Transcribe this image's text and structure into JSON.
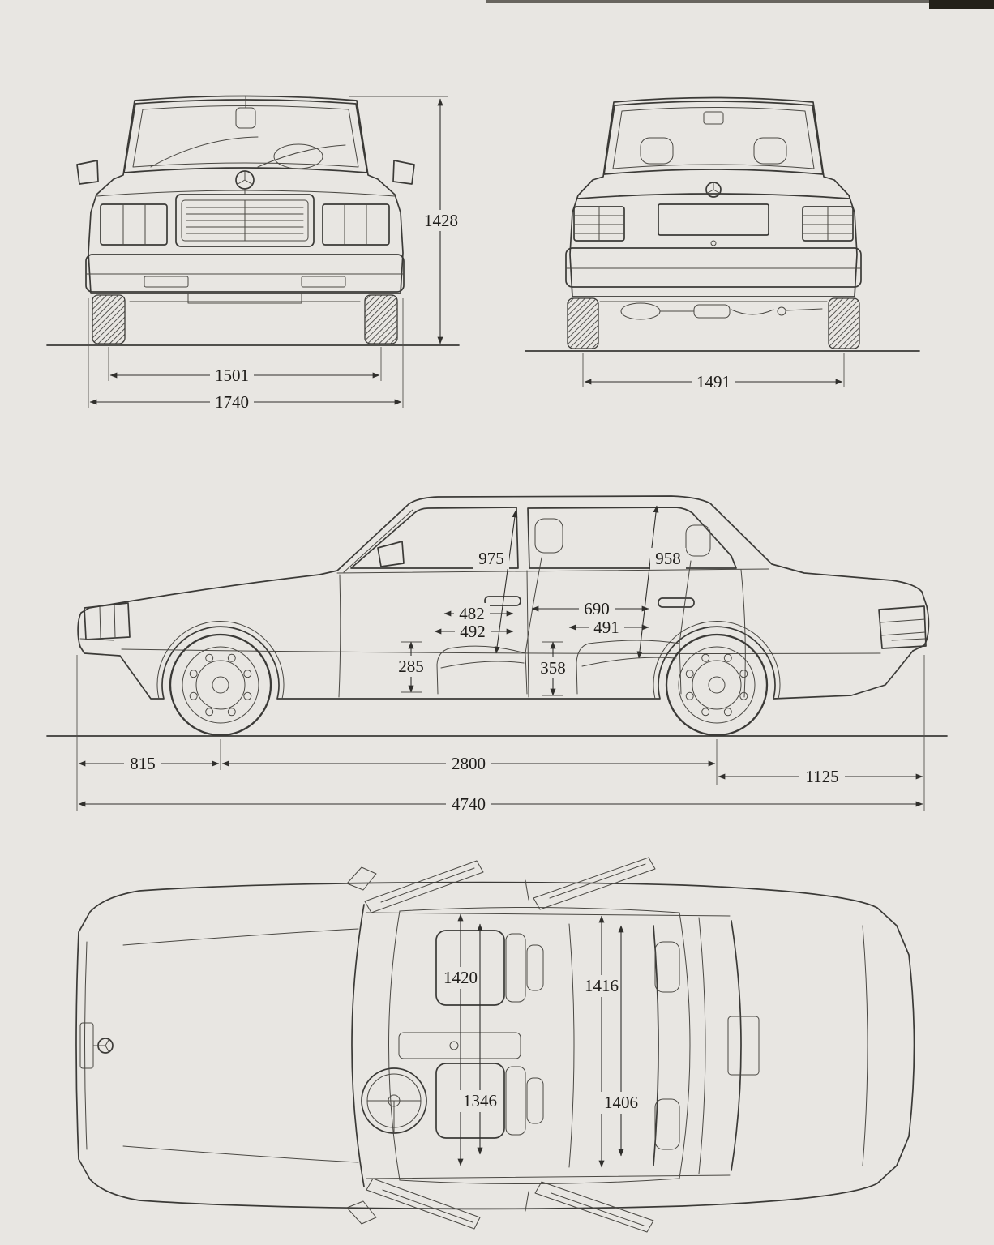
{
  "page": {
    "paper_color": "#e8e6e2",
    "ink_color": "#3b3a37"
  },
  "dims": {
    "front_view": {
      "height": "1428",
      "track": "1501",
      "overall_width": "1740"
    },
    "rear_view": {
      "track": "1491"
    },
    "side_view": {
      "front_entry_height": "975",
      "rear_entry_height": "958",
      "front_aperture_upper": "482",
      "rear_aperture_upper": "690",
      "front_aperture_lower": "492",
      "rear_aperture_lower": "491",
      "front_sill_height": "285",
      "rear_sill_height": "358",
      "front_overhang": "815",
      "wheelbase": "2800",
      "rear_overhang": "1125",
      "overall_length": "4740"
    },
    "top_view": {
      "front_interior_width": "1420",
      "rear_interior_width": "1416",
      "front_seat_width": "1346",
      "rear_seat_width": "1406"
    }
  }
}
